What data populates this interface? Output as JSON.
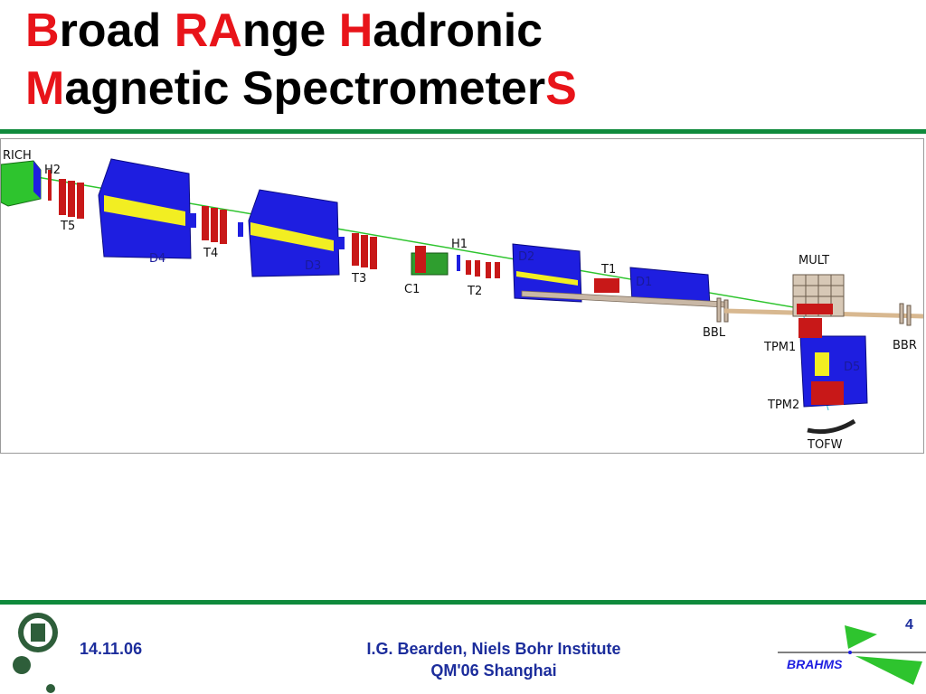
{
  "title": {
    "line1": [
      {
        "text": "B",
        "accent": true
      },
      {
        "text": "road ",
        "accent": false
      },
      {
        "text": "RA",
        "accent": true
      },
      {
        "text": "nge ",
        "accent": false
      },
      {
        "text": "H",
        "accent": true
      },
      {
        "text": "adronic",
        "accent": false
      }
    ],
    "line2": [
      {
        "text": "M",
        "accent": true
      },
      {
        "text": "agnetic Spectrometer",
        "accent": false
      },
      {
        "text": "S",
        "accent": true
      }
    ]
  },
  "colors": {
    "accent": "#e8141a",
    "rule": "#0f8a3c",
    "footer_text": "#1c2d9c",
    "magnet_blue": "#1e1ee0",
    "chamber_red": "#c81818",
    "detector_green": "#2ec42e"
  },
  "detector_labels": {
    "rich": "RICH",
    "h2": "H2",
    "t5": "T5",
    "d4": "D4",
    "t4": "T4",
    "d3": "D3",
    "t3": "T3",
    "c1": "C1",
    "h1": "H1",
    "t2": "T2",
    "d2": "D2",
    "t1": "T1",
    "d1": "D1",
    "mult": "MULT",
    "bbl": "BBL",
    "bbr": "BBR",
    "tpm1": "TPM1",
    "d5": "D5",
    "tpm2": "TPM2",
    "tofw": "TOFW"
  },
  "footer": {
    "date": "14.11.06",
    "author": "I.G. Bearden, Niels Bohr Institute",
    "conference": "QM'06 Shanghai",
    "page_number": "4"
  },
  "logos": {
    "left_seal": "Niels Bohr Institute seal",
    "right_logo_text": "BRAHMS"
  }
}
